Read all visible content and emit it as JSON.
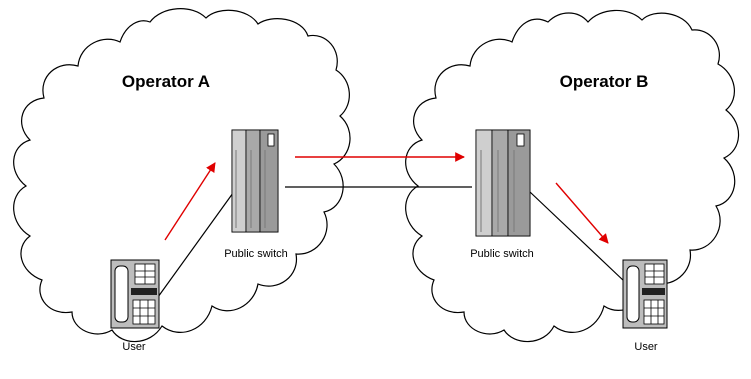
{
  "operators": [
    {
      "name": "Operator A"
    },
    {
      "name": "Operator B"
    }
  ],
  "labels": {
    "switch_a": "Public switch",
    "switch_b": "Public switch",
    "user_a": "User",
    "user_b": "User"
  },
  "colors": {
    "flow_arrow": "#e00000",
    "switch_fill": "#b8b8b8",
    "switch_dark": "#7a7a7a",
    "phone_fill": "#bdbdbd"
  },
  "icons": [
    "cloud-icon",
    "server-rack-icon",
    "telephone-icon",
    "arrow-icon"
  ]
}
